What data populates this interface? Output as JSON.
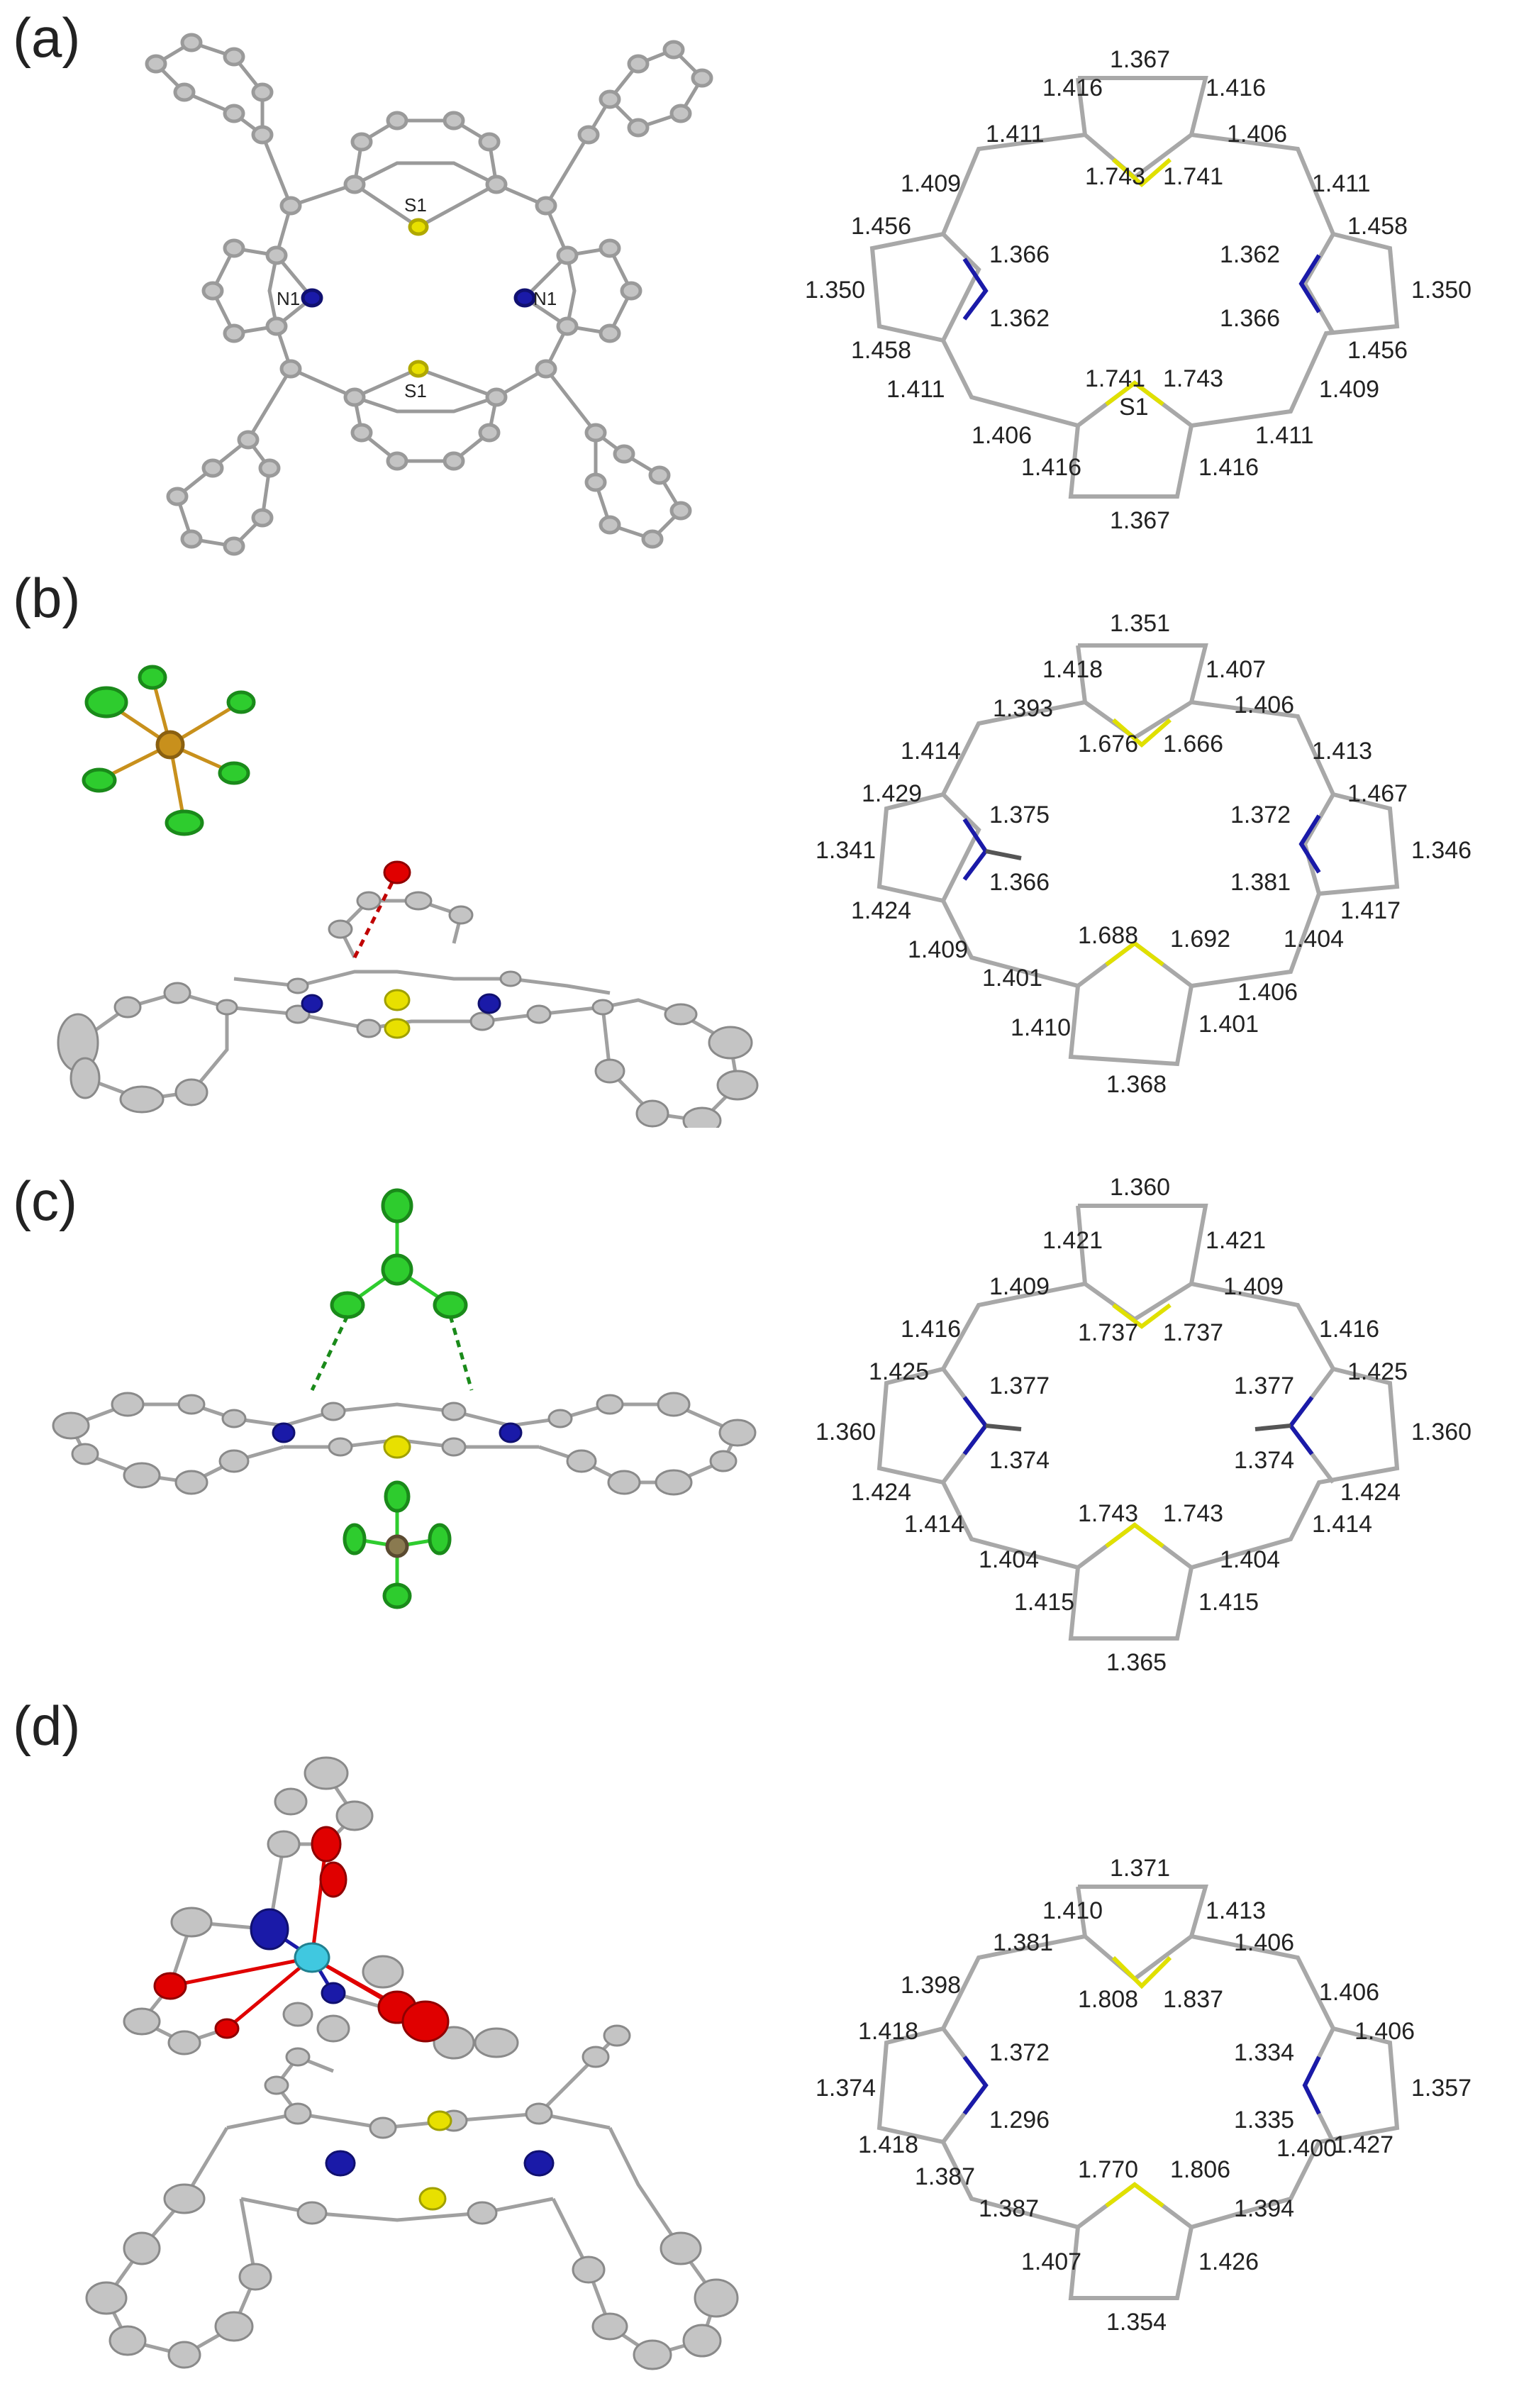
{
  "colors": {
    "carbon": "#bfbfbf",
    "carbon_bond": "#9a9a9a",
    "sulfur": "#e8e000",
    "nitrogen": "#1a1aa8",
    "oxygen": "#e00000",
    "chlorine": "#2ecc2e",
    "phosphorus": "#c8901c",
    "boron": "#8a7a50",
    "metal": "#40c8e0"
  },
  "panels": [
    {
      "id": "a",
      "label": "(a)",
      "atom_labels": {
        "s_top": "S1",
        "s_bottom": "S1",
        "n_left": "N1",
        "n_right": "N1"
      },
      "bonds": {
        "top_c": "1.367",
        "top_l": "1.416",
        "top_r": "1.416",
        "top_sl": "1.743",
        "top_sr": "1.741",
        "ul_meso": "1.411",
        "ur_meso": "1.406",
        "ul_side": "1.409",
        "ur_side": "1.411",
        "lp_top": "1.456",
        "lp_c": "1.350",
        "lp_bot": "1.458",
        "lp_n1": "1.366",
        "lp_n2": "1.362",
        "rp_top": "1.458",
        "rp_c": "1.350",
        "rp_bot": "1.456",
        "rp_n1": "1.362",
        "rp_n2": "1.366",
        "ll_side": "1.411",
        "lr_side": "1.409",
        "ll_meso": "1.406",
        "lr_meso": "1.411",
        "bot_sl": "1.741",
        "bot_sr": "1.743",
        "bot_s_label": "S1",
        "bot_l": "1.416",
        "bot_r": "1.416",
        "bot_c": "1.367"
      }
    },
    {
      "id": "b",
      "label": "(b)",
      "bonds": {
        "top_c": "1.351",
        "top_l": "1.418",
        "top_r": "1.407",
        "top_sl": "1.676",
        "top_sr": "1.666",
        "ul_meso": "1.393",
        "ur_meso": "1.406",
        "ul_side": "1.414",
        "ur_side": "1.413",
        "lp_top": "1.429",
        "lp_c": "1.341",
        "lp_bot": "1.424",
        "lp_n1": "1.375",
        "lp_n2": "1.366",
        "rp_top": "1.467",
        "rp_c": "1.346",
        "rp_bot": "1.417",
        "rp_n1": "1.372",
        "rp_n2": "1.381",
        "ll_side": "1.409",
        "lr_side": "1.404",
        "ll_meso": "1.401",
        "lr_meso": "1.406",
        "bot_sl": "1.688",
        "bot_sr": "1.692",
        "bot_l": "1.410",
        "bot_r": "1.401",
        "bot_c": "1.368"
      }
    },
    {
      "id": "c",
      "label": "(c)",
      "bonds": {
        "top_c": "1.360",
        "top_l": "1.421",
        "top_r": "1.421",
        "top_sl": "1.737",
        "top_sr": "1.737",
        "ul_meso": "1.409",
        "ur_meso": "1.409",
        "ul_side": "1.416",
        "ur_side": "1.416",
        "lp_top": "1.425",
        "lp_c": "1.360",
        "lp_bot": "1.424",
        "lp_n1": "1.377",
        "lp_n2": "1.374",
        "rp_top": "1.425",
        "rp_c": "1.360",
        "rp_bot": "1.424",
        "rp_n1": "1.377",
        "rp_n2": "1.374",
        "ll_side": "1.414",
        "lr_side": "1.414",
        "ll_meso": "1.404",
        "lr_meso": "1.404",
        "bot_sl": "1.743",
        "bot_sr": "1.743",
        "bot_l": "1.415",
        "bot_r": "1.415",
        "bot_c": "1.365"
      }
    },
    {
      "id": "d",
      "label": "(d)",
      "bonds": {
        "top_c": "1.371",
        "top_l": "1.410",
        "top_r": "1.413",
        "top_sl": "1.808",
        "top_sr": "1.837",
        "ul_meso": "1.381",
        "ur_meso": "1.406",
        "ul_side": "1.398",
        "ur_side": "1.406",
        "lp_top": "1.418",
        "lp_c": "1.374",
        "lp_bot": "1.418",
        "lp_n1": "1.372",
        "lp_n2": "1.296",
        "rp_top": "1.406",
        "rp_c": "1.357",
        "rp_bot": "1.427",
        "rp_n1": "1.334",
        "rp_n2": "1.335",
        "ll_side": "1.387",
        "lr_side": "1.400",
        "ll_meso": "1.387",
        "lr_meso": "1.394",
        "bot_sl": "1.770",
        "bot_sr": "1.806",
        "bot_l": "1.407",
        "bot_r": "1.426",
        "bot_c": "1.354"
      }
    }
  ]
}
